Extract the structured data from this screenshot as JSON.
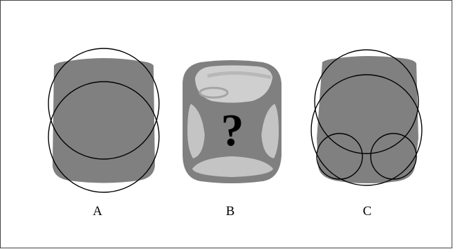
{
  "colors": {
    "shape_fill": "#808080",
    "face_fill": "#c4c4c4",
    "face_top_fill": "#cfcfcf",
    "outline": "#000000",
    "background": "#ffffff"
  },
  "panels": [
    {
      "label": "A"
    },
    {
      "label": "B",
      "symbol": "?"
    },
    {
      "label": "C"
    }
  ]
}
